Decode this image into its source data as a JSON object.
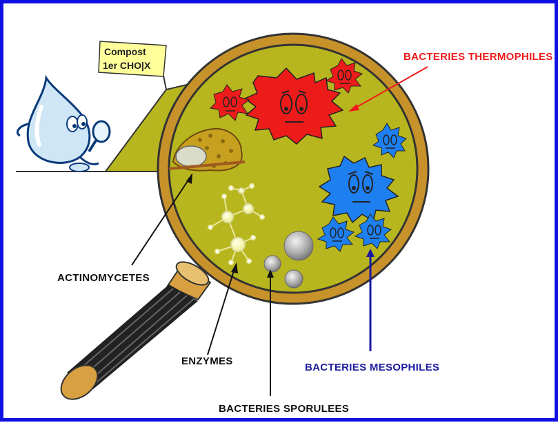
{
  "sign": {
    "line1": "Compost",
    "line2": "1er CHO|X"
  },
  "labels": {
    "thermophiles": "BACTERIES THERMOPHILES",
    "mesophiles": "BACTERIES MESOPHILES",
    "actinomycetes": "ACTINOMYCETES",
    "enzymes": "ENZYMES",
    "sporulees": "BACTERIES SPORULEES"
  },
  "colors": {
    "frame": "#1010e0",
    "lens_fill": "#b8b61e",
    "rim": "#c8922a",
    "thermophile": "#ee1b1b",
    "mesophile": "#1e7ff0",
    "mesophile_label": "#1a1aa0",
    "thermophile_label": "#ee1b1b",
    "black_label": "#111111"
  },
  "icons": [
    "water-drop-mascot-icon",
    "magnifying-glass-icon",
    "compost-heap-icon",
    "bacteria-face-icon",
    "enzyme-molecule-icon",
    "spore-icon"
  ]
}
